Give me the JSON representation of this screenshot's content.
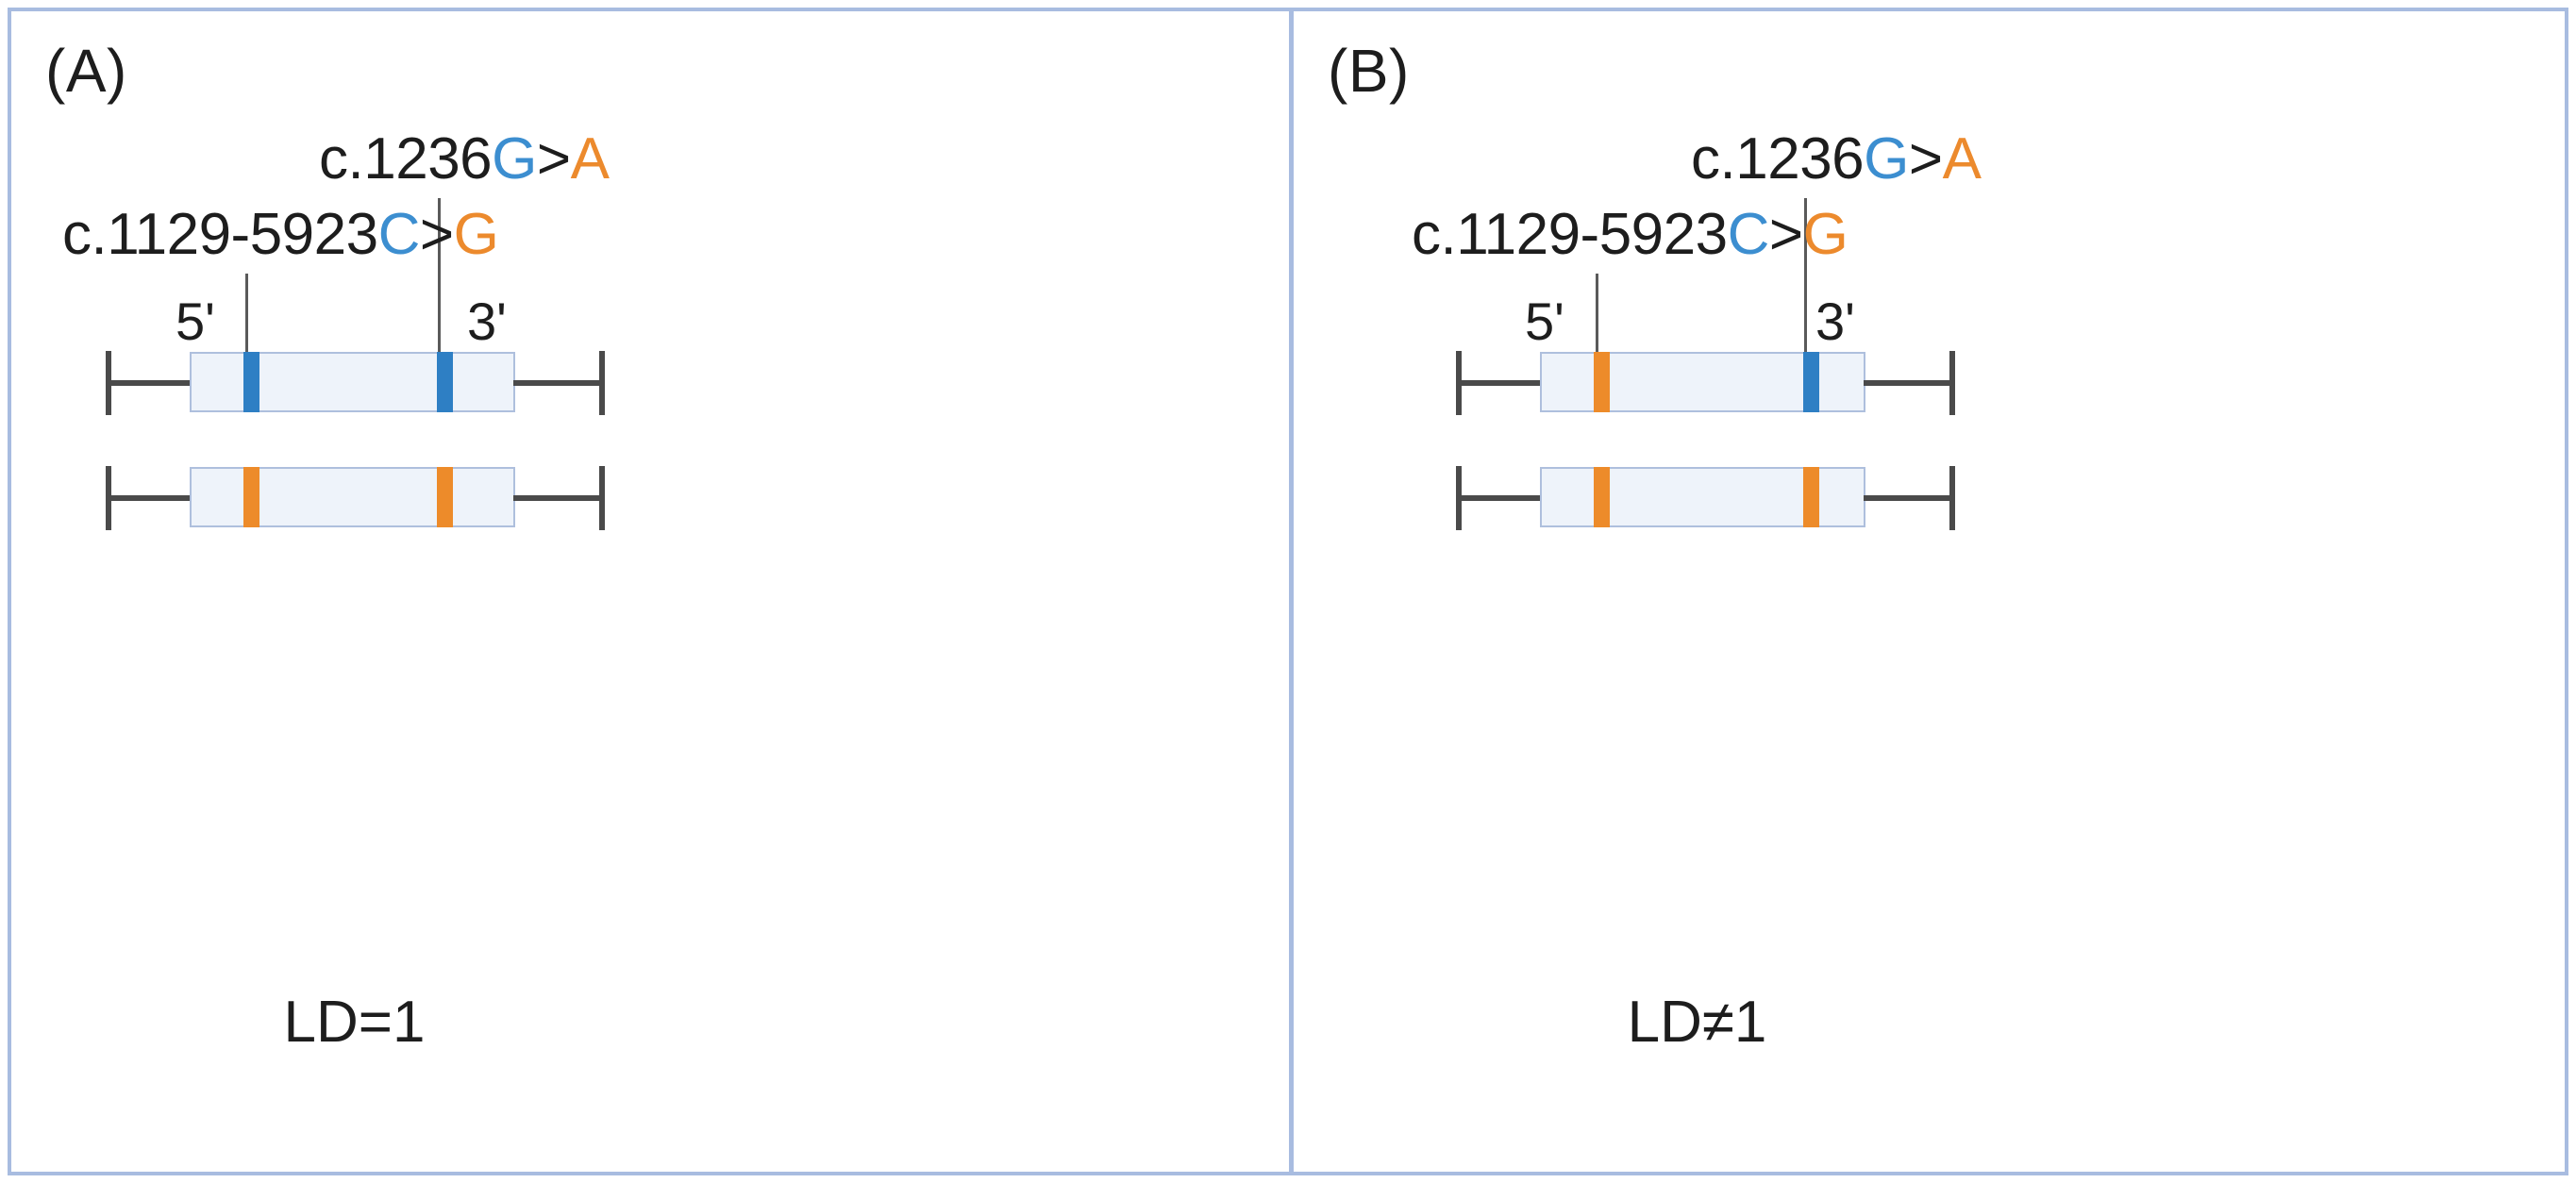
{
  "figure": {
    "background_color": "#ffffff",
    "frame_color": "#a8bce0",
    "divider_color": "#a8bce0"
  },
  "colors": {
    "reference_allele": "#3c8ed0",
    "alternate_allele": "#ec8a2d",
    "marker_blue": "#2e7fc4",
    "marker_orange": "#ed8b2a",
    "gene_box_fill": "#eef3fa",
    "gene_box_border": "#aebfdd",
    "flank_line": "#4a4a4a",
    "text": "#1d1d1d"
  },
  "panels": [
    {
      "letter": "(A)",
      "variants": [
        {
          "id": "variant-1236",
          "prefix": "c.1236",
          "ref": "G",
          "gt": ">",
          "alt": "A"
        },
        {
          "id": "variant-1129-5923",
          "prefix": "c.1129-5923",
          "ref": "C",
          "gt": ">",
          "alt": "G"
        }
      ],
      "end_labels": {
        "five_prime": "5'",
        "three_prime": "3'"
      },
      "alleles": [
        {
          "id": "allele-top",
          "marker_colors": [
            "blue",
            "blue"
          ]
        },
        {
          "id": "allele-bottom",
          "marker_colors": [
            "orange",
            "orange"
          ]
        }
      ],
      "ld_label": "LD=1"
    },
    {
      "letter": "(B)",
      "variants": [
        {
          "id": "variant-1236",
          "prefix": "c.1236",
          "ref": "G",
          "gt": ">",
          "alt": "A"
        },
        {
          "id": "variant-1129-5923",
          "prefix": "c.1129-5923",
          "ref": "C",
          "gt": ">",
          "alt": "G"
        }
      ],
      "end_labels": {
        "five_prime": "5'",
        "three_prime": "3'"
      },
      "alleles": [
        {
          "id": "allele-top",
          "marker_colors": [
            "orange",
            "blue"
          ]
        },
        {
          "id": "allele-bottom",
          "marker_colors": [
            "orange",
            "orange"
          ]
        }
      ],
      "ld_label": "LD≠1"
    }
  ]
}
